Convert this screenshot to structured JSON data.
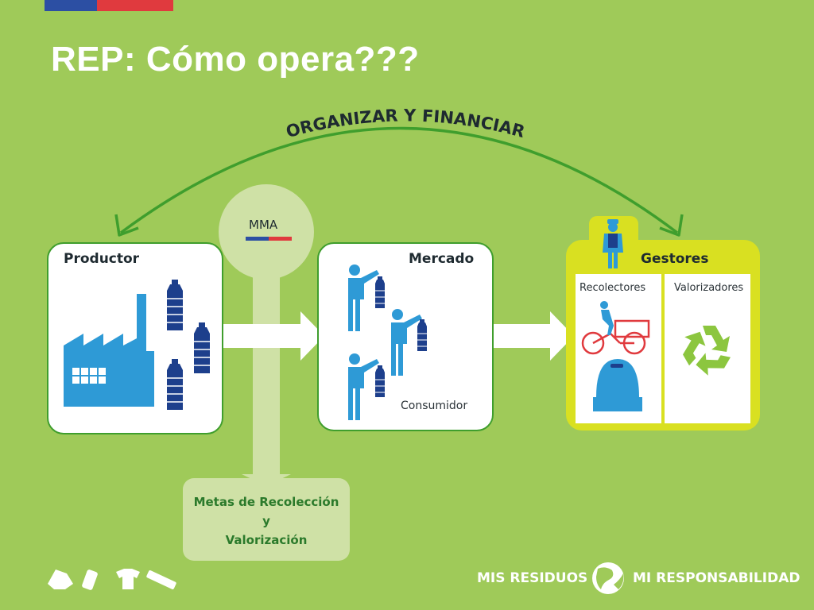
{
  "slide_title": "REP: Cómo opera???",
  "cycle_label": "ORGANIZAR Y FINANCIAR",
  "mma_label": "MMA",
  "productor": {
    "title": "Productor"
  },
  "mercado": {
    "title": "Mercado",
    "consumer_label": "Consumidor"
  },
  "gestores": {
    "title": "Gestores",
    "left_label": "Recolectores",
    "right_label": "Valorizadores"
  },
  "metas": {
    "line1": "Metas de Recolección",
    "line2": "y",
    "line3": "Valorización"
  },
  "footer": {
    "left": "MIS RESIDUOS",
    "right": "MI RESPONSABILIDAD"
  },
  "colors": {
    "background": "#9fca59",
    "title": "#ffffff",
    "accent_blue": "#2e9ad6",
    "bottle_blue": "#1d3f8c",
    "gestores_frame": "#d9e021",
    "metas_text": "#2b7a2b",
    "arrow_green": "#3f9e2d",
    "flag_blue": "#2c4fa3",
    "flag_red": "#e03a3e"
  }
}
